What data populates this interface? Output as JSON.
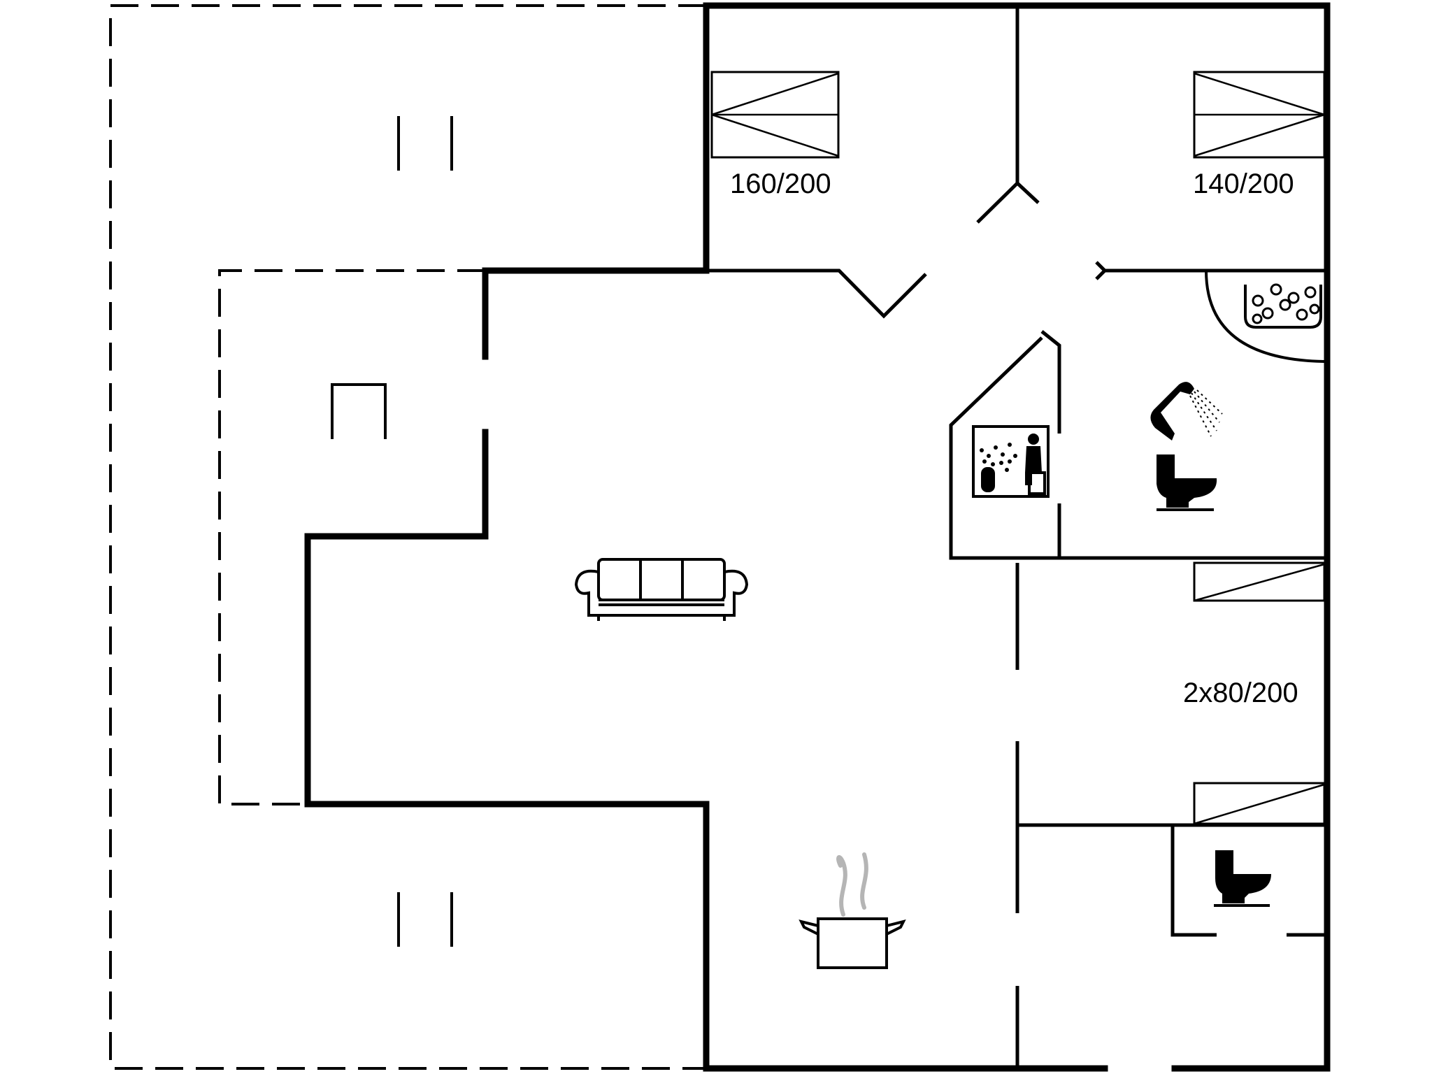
{
  "plan": {
    "bed_labels": {
      "bedroom_1": "160/200",
      "bedroom_2": "140/200",
      "bedroom_3": "2x80/200"
    },
    "icons": [
      "sofa-icon",
      "cooking-pot-icon",
      "sauna-icon",
      "shower-icon",
      "toilet-icon",
      "whirlpool-tub-icon",
      "terrace-post-icon",
      "fireplace-icon"
    ],
    "colors": {
      "lines": "#000000",
      "steam": "#b5b5b5",
      "background": "#ffffff"
    }
  }
}
